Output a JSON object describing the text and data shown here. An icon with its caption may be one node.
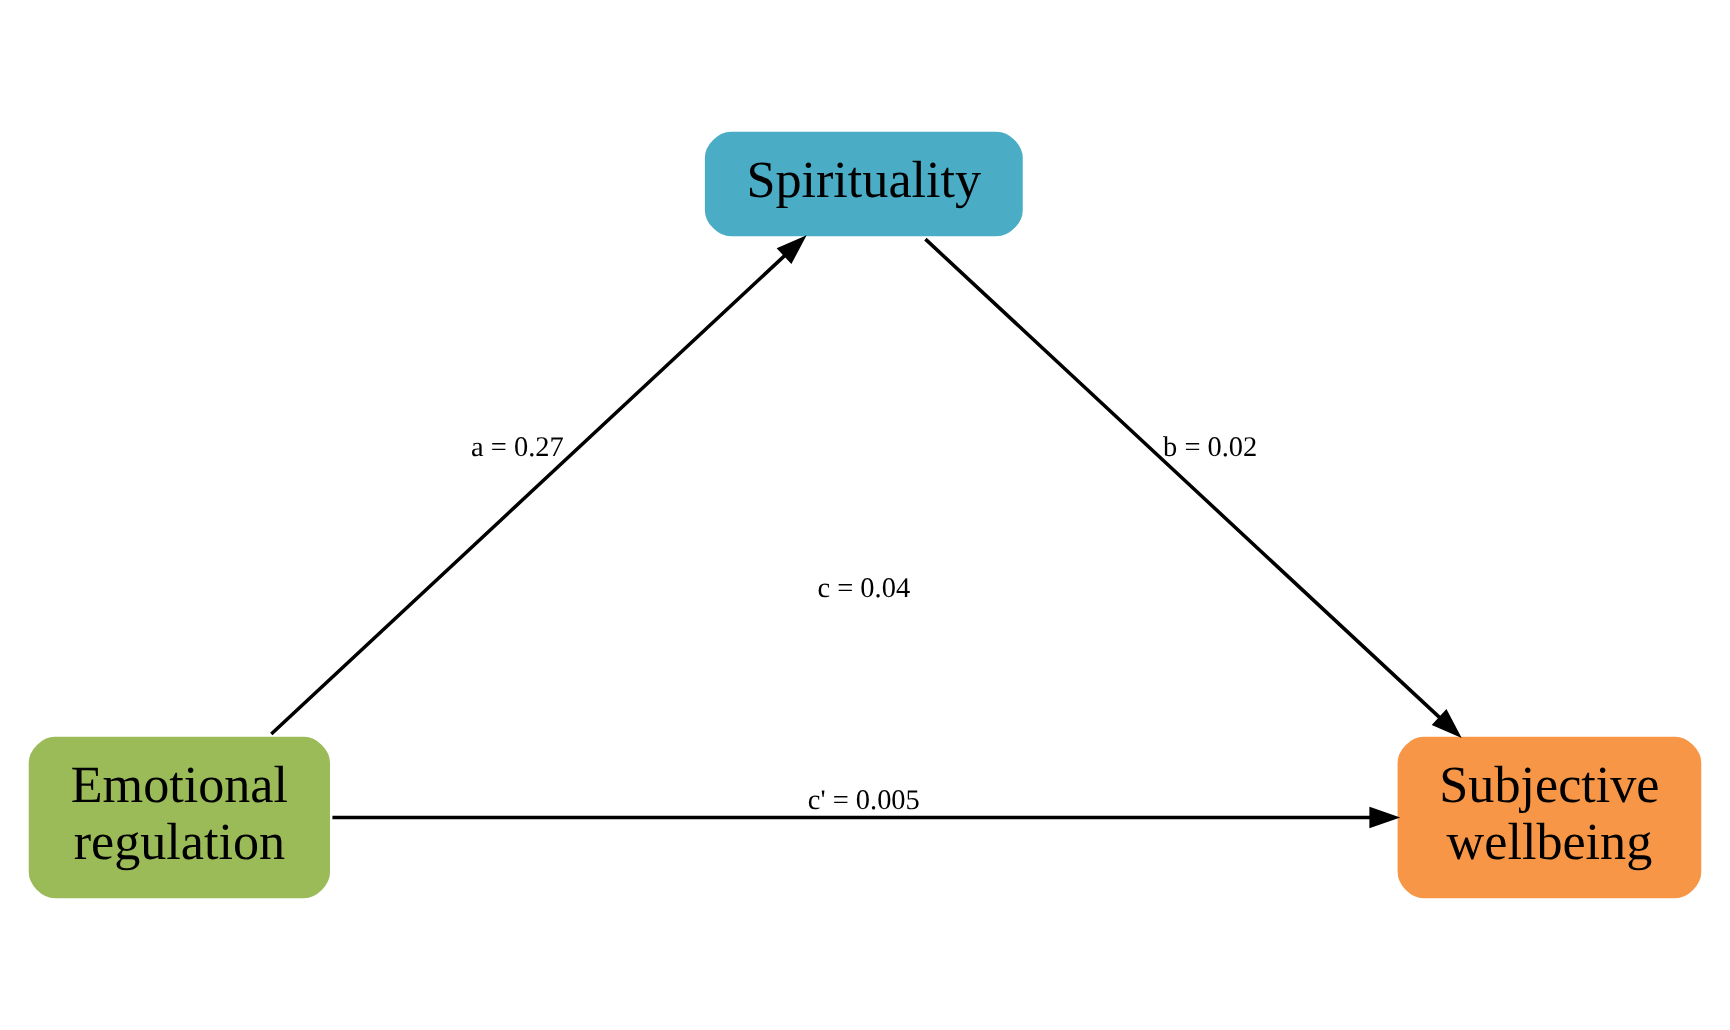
{
  "diagram": {
    "nodes": [
      {
        "text": [
          "Emotional regulation"
        ]
      },
      {
        "text": [
          "Spirituality"
        ]
      },
      {
        "text": [
          "Subjective wellbeing"
        ]
      }
    ],
    "edges": [
      {
        "from": 0,
        "to": 1,
        "arrow": "to",
        "label": "a = 0.27"
      },
      {
        "from": 1,
        "to": 2,
        "arrow": "to",
        "label": "b = 0.02"
      },
      {
        "from": 0,
        "to": 2,
        "arrow": "to",
        "label": "c' = 0.005"
      }
    ],
    "labels": [
      "c = 0.04"
    ]
  }
}
